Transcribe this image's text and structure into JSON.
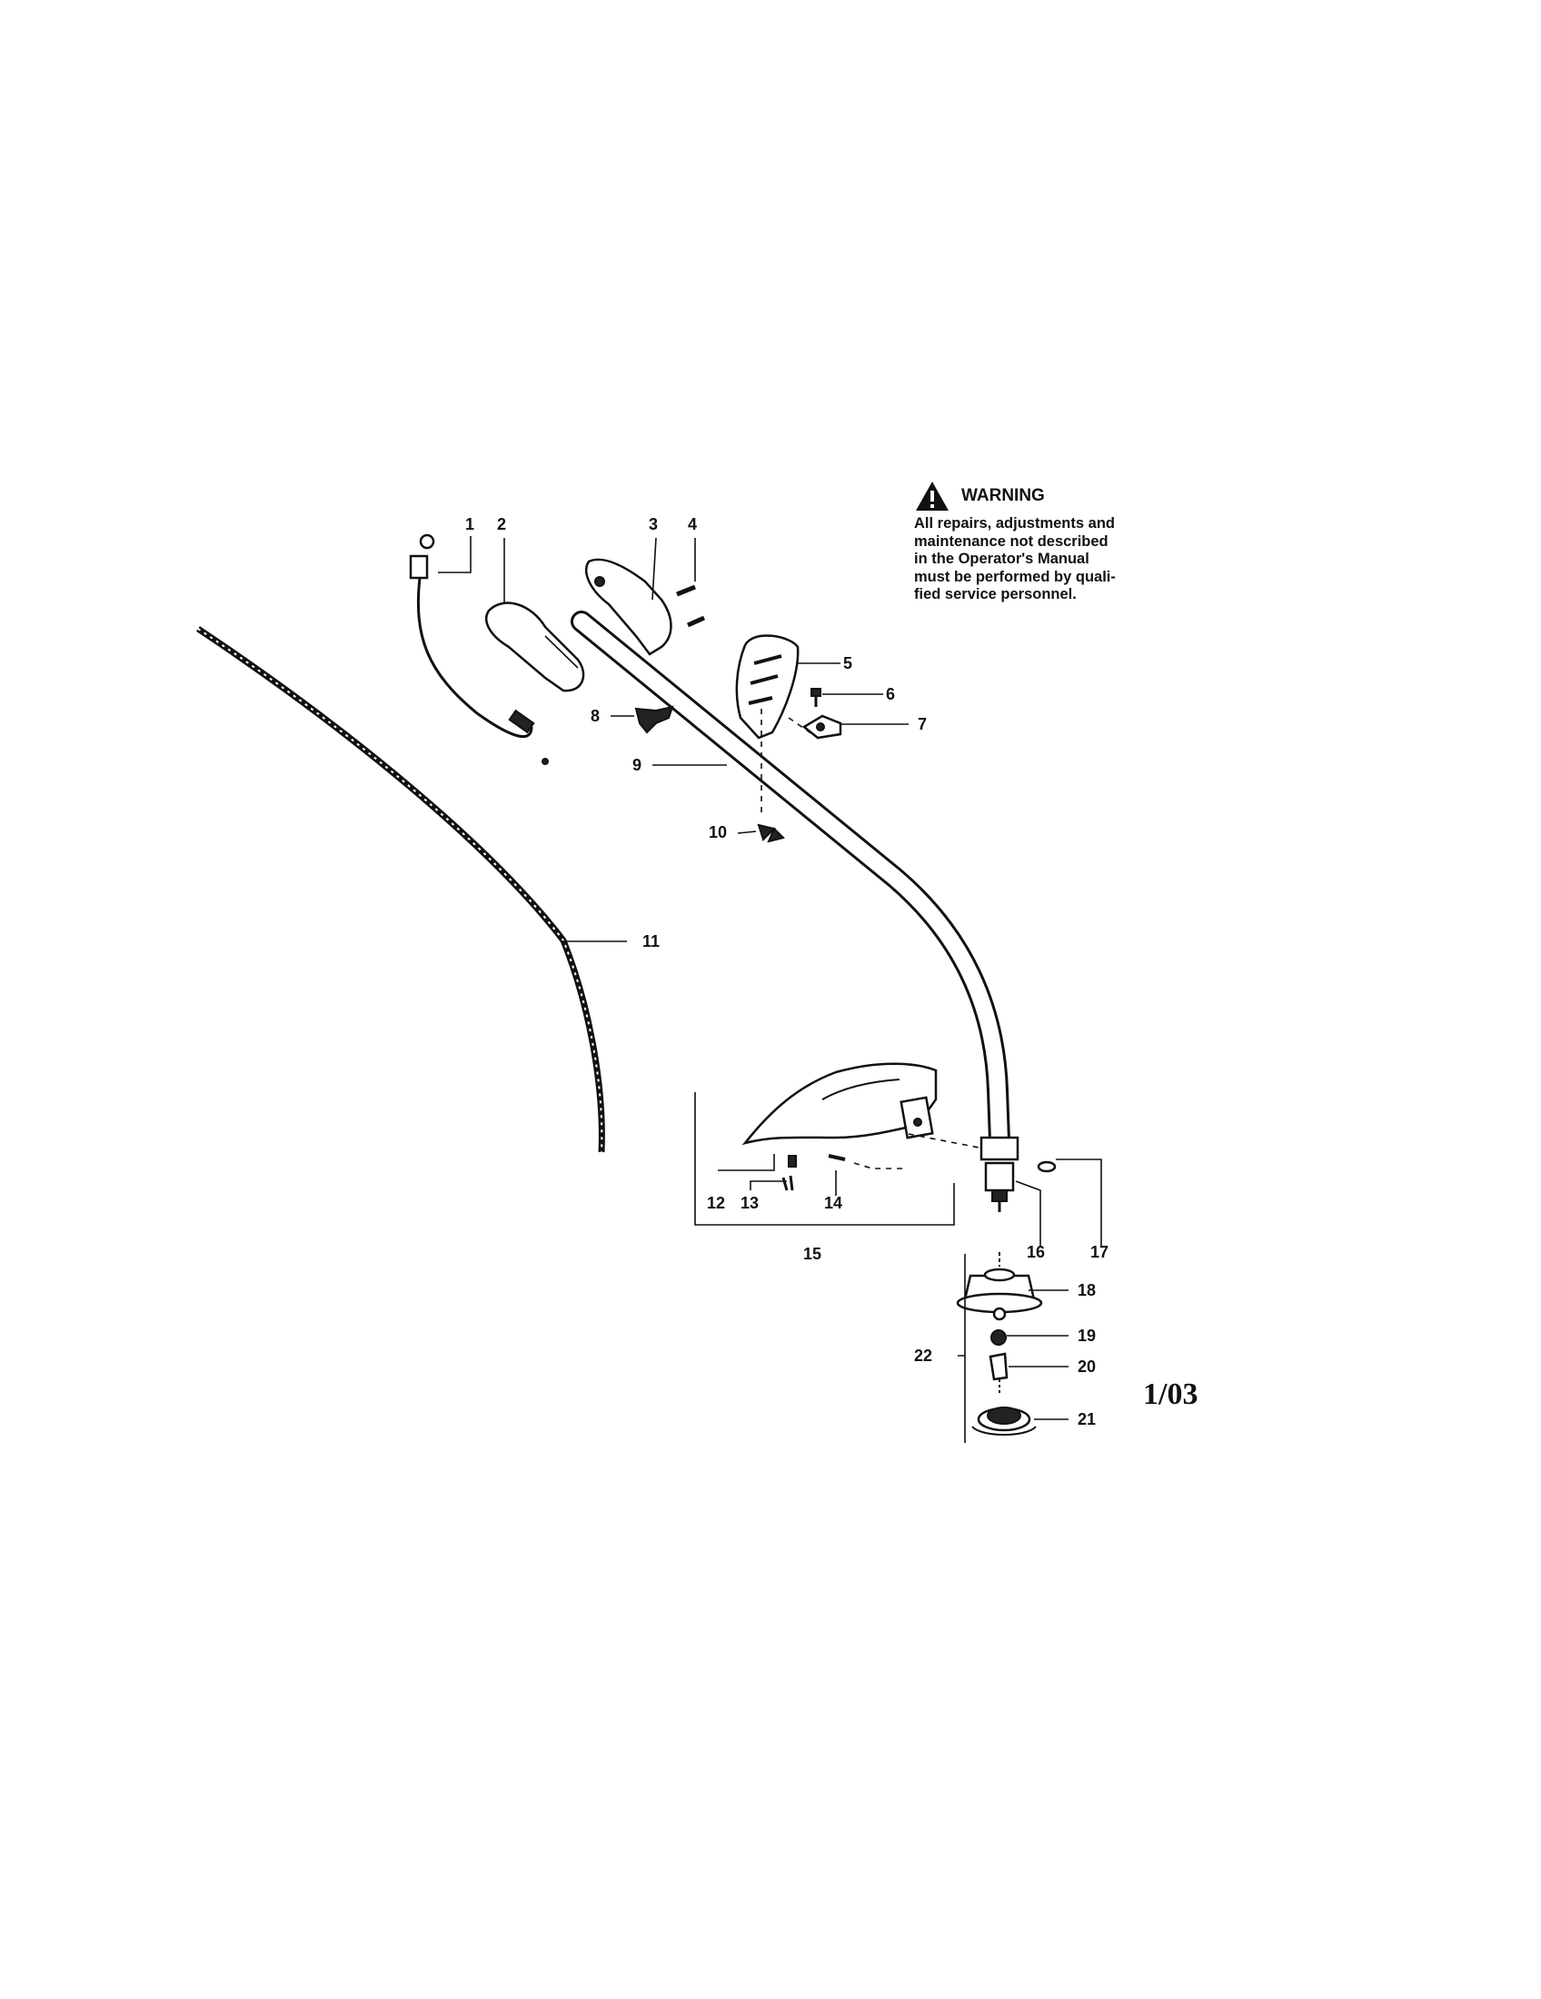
{
  "warning": {
    "icon": "warning-triangle-icon",
    "title": "WARNING",
    "lines": [
      "All repairs, adjustments and",
      "maintenance not described",
      "in the Operator's Manual",
      "must be performed by quali-",
      "fied service personnel."
    ]
  },
  "callouts": [
    "1",
    "2",
    "3",
    "4",
    "5",
    "6",
    "7",
    "8",
    "9",
    "10",
    "11",
    "12",
    "13",
    "14",
    "15",
    "16",
    "17",
    "18",
    "19",
    "20",
    "21",
    "22"
  ],
  "revision": "1/03"
}
